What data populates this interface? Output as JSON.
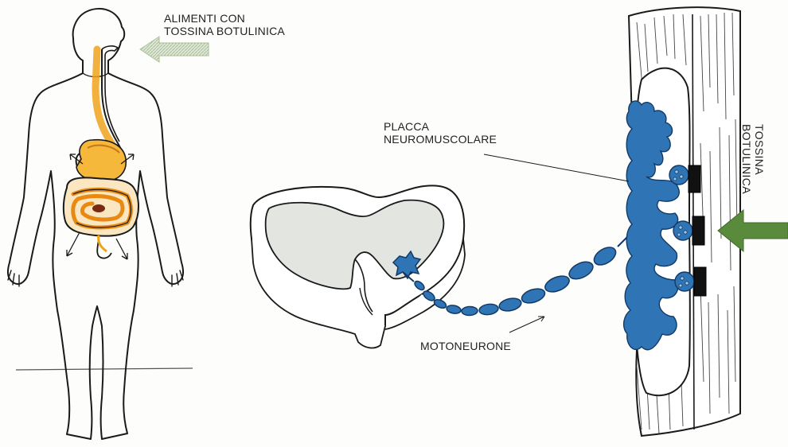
{
  "labels": {
    "food_line1": "ALIMENTI CON",
    "food_line2": "TOSSINA BOTULINICA",
    "plate_line1": "PLACCA",
    "plate_line2": "NEUROMUSCOLARE",
    "motoneuron": "MOTONEURONE",
    "toxin_line1": "TOSSINA",
    "toxin_line2": "BOTULINICA"
  },
  "colors": {
    "neuron_blue": "#2f74b4",
    "digestive_orange": "#f0a21c",
    "arrow_green": "#5a8a3c",
    "arrow_light_green": "#c9d8bc",
    "outline": "#1a1a1a"
  }
}
